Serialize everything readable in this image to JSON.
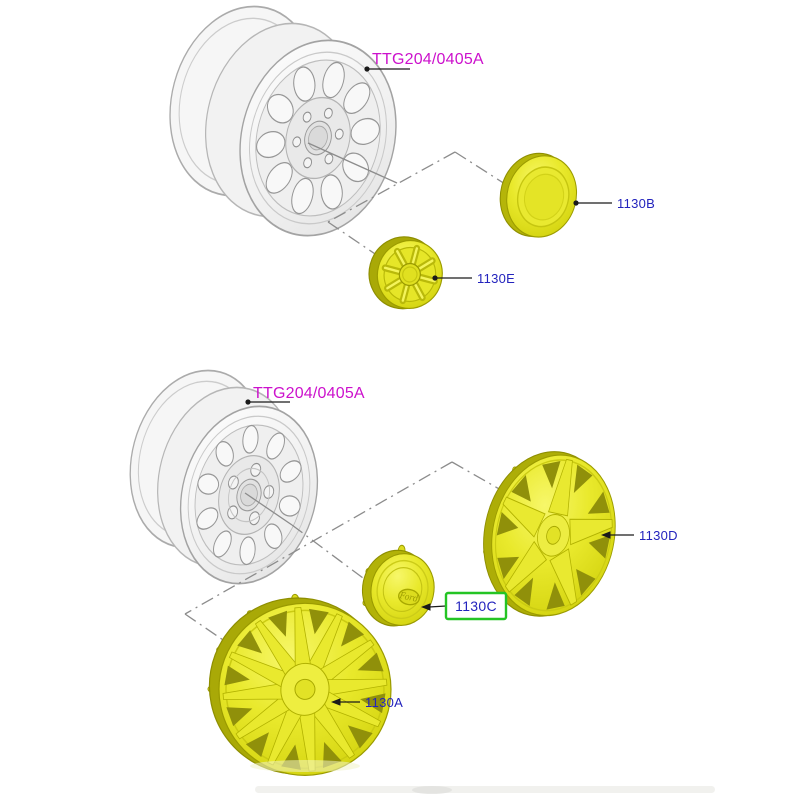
{
  "colors": {
    "background": "#ffffff",
    "part_yellow": "#e9e92c",
    "part_yellow_dark": "#adad07",
    "wheel_gray": "#f0f0f0",
    "callout_blue": "#2323bd",
    "link_magenta": "#cc11cc",
    "highlight_green": "#24c424",
    "centerline_gray": "#8c8c8c",
    "leader_black": "#1a1a1a"
  },
  "assemblies": {
    "top": {
      "wheel": {
        "label": "TTG204/0405A"
      },
      "parts": [
        {
          "id": "1130B",
          "label": "1130B"
        },
        {
          "id": "1130E",
          "label": "1130E"
        }
      ]
    },
    "bottom": {
      "wheel": {
        "label": "TTG204/0405A"
      },
      "parts": [
        {
          "id": "1130D",
          "label": "1130D"
        },
        {
          "id": "1130C",
          "label": "1130C",
          "highlighted": true
        },
        {
          "id": "1130A",
          "label": "1130A"
        }
      ]
    }
  },
  "logo": {
    "ford": "Ford"
  }
}
